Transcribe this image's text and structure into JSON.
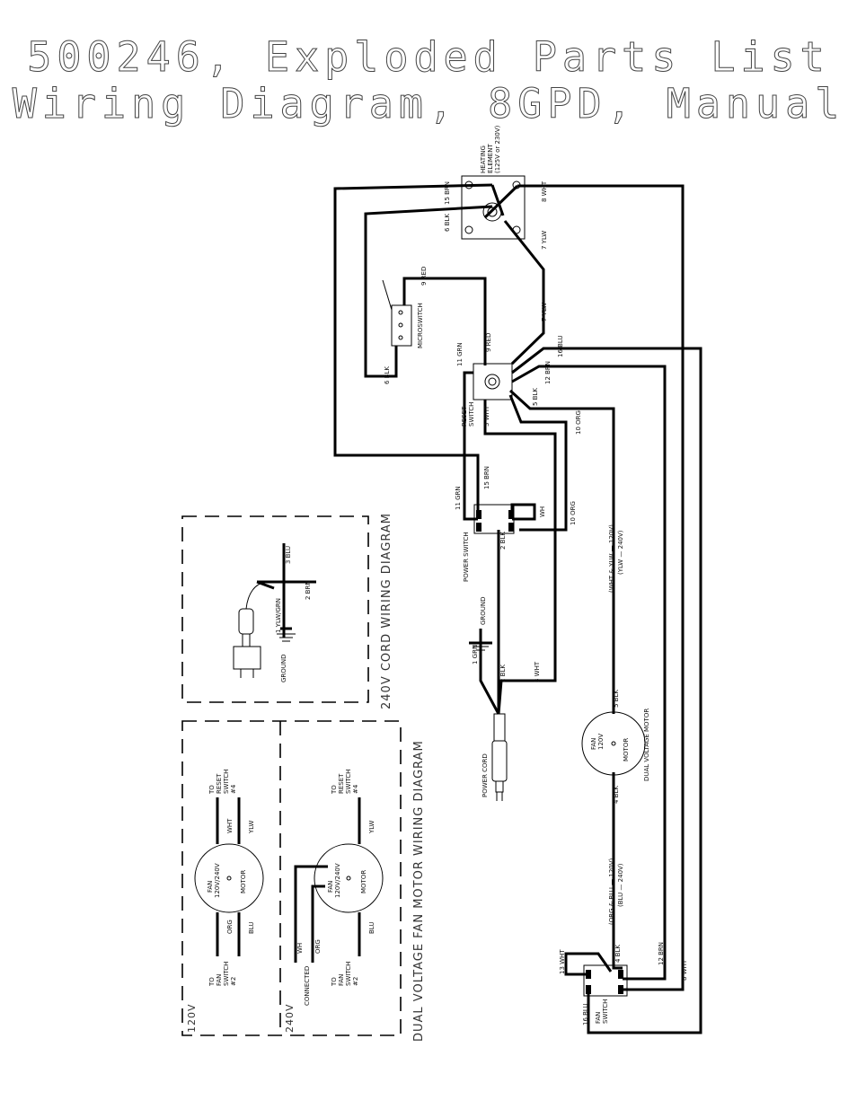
{
  "title": {
    "line1": "500246, Exploded Parts List",
    "line2": "Wiring Diagram, 8GPD, Manual"
  },
  "components": {
    "heating_element": [
      "HEATING",
      "ELEMENT",
      "(125V or 230V)"
    ],
    "microswitch": "MICROSWITCH",
    "reset_switch": [
      "RESET",
      "SWITCH"
    ],
    "power_switch": "POWER SWITCH",
    "power_cord": "POWER CORD",
    "ground": "GROUND",
    "fan_switch": [
      "FAN",
      "SWITCH"
    ],
    "dual_motor": [
      "FAN",
      "120V",
      "MOTOR"
    ],
    "dual_motor_caption": "DUAL VOLTAGE MOTOR"
  },
  "wire_labels": {
    "w15_brn_top": "15 BRN",
    "w6_blk_top": "6 BLK",
    "w8_wht_top": "8 WHT",
    "w7_ylw_top": "7 YLW",
    "w9_red_top": "9 RED",
    "w6_blk_mid": "6 BLK",
    "w7_ylw_mid": "7 YLW",
    "w16_blu": "16 BLU",
    "w12_brn": "12 BRN",
    "w5_blk": "5 BLK",
    "w9_red_mid": "9 RED",
    "w11_grn_top": "11 GRN",
    "w3_wht_reset": "3 WHT",
    "w10_org": "10 ORG",
    "w15_brn_ps": "15 BRN",
    "w11_grn_ps": "11 GRN",
    "w10_org_ps": "10 ORG",
    "wh_ps": "WH",
    "w2_blk_ps": "2 BLK",
    "w1_grn": "1 GRN",
    "w2_blk_cord": "2 BLK",
    "w3_wht_cord": "3 WHT",
    "w5_blk_motor": "5 BLK",
    "w4_blk_motor": "4 BLK",
    "upper_voltage_note": [
      "(WHT & YLW — 120V)",
      "(YLW — 240V)"
    ],
    "lower_voltage_note": [
      "(ORG & BLU — 120V)",
      "(BLU — 240V)"
    ],
    "fs_13_wht": "13 WHT",
    "fs_4_blk": "4 BLK",
    "fs_12_brn": "12 BRN",
    "fs_8_wht": "8 WHT",
    "fs_16_blu": "16 BLU"
  },
  "cord_diagram_240v": {
    "heading": "240V CORD WIRING DIAGRAM",
    "w3": "3 BLU",
    "w2": "2 BRN",
    "w1": "1 YLW/GRN",
    "ground": "GROUND"
  },
  "dual_voltage_diagram": {
    "heading": "DUAL VOLTAGE FAN MOTOR WIRING DIAGRAM",
    "panel_120v": {
      "label": "120V",
      "motor": [
        "FAN",
        "120V/240V",
        "MOTOR"
      ],
      "to_reset": [
        "TO",
        "RESET",
        "SWITCH",
        "#4"
      ],
      "to_fan": [
        "TO",
        "FAN",
        "SWITCH",
        "#2"
      ],
      "wht": "WHT",
      "ylw": "YLW",
      "org": "ORG",
      "blu": "BLU"
    },
    "panel_240v": {
      "label": "240V",
      "motor": [
        "FAN",
        "120V/240V",
        "MOTOR"
      ],
      "to_reset": [
        "TO",
        "RESET",
        "SWITCH",
        "#4"
      ],
      "to_fan": [
        "TO",
        "FAN",
        "SWITCH",
        "#2"
      ],
      "connected": "CONNECTED",
      "wh": "WH",
      "org": "ORG",
      "ylw": "YLW",
      "blu": "BLU"
    }
  }
}
